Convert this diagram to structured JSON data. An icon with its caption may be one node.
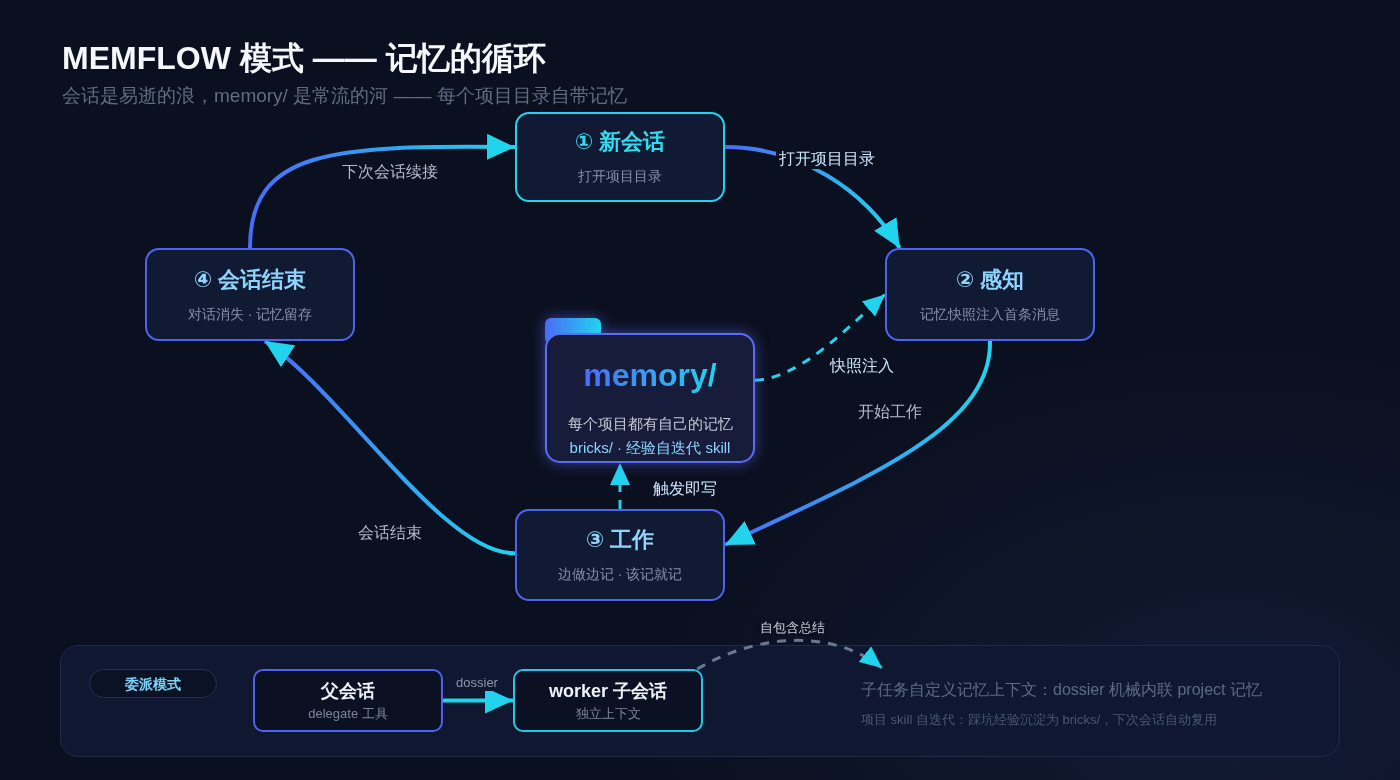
{
  "diagram": {
    "title": "MEMFLOW 模式 —— 记忆的循环",
    "nodes": [
      {
        "text": [
          "① 新会话",
          "打开项目目录"
        ]
      },
      {
        "text": [
          "④ 会话结束",
          "对话消失 · 记忆留存"
        ]
      },
      {
        "text": [
          "② 感知",
          "记忆快照注入首条消息"
        ]
      },
      {
        "text": [
          "memory/",
          "每个项目都有自己的记忆",
          "bricks/ · 经验自迭代 skill"
        ]
      },
      {
        "text": [
          "③ 工作",
          "边做边记 · 该记就记"
        ]
      },
      {
        "text": [
          "子任务自定义记忆上下文：dossier 机械内联 project 记忆",
          "项目 skill 自迭代：踩坑经验沉淀为 bricks/，下次会话自动复用"
        ]
      },
      {
        "text": [
          "委派模式"
        ],
        "in": 5
      },
      {
        "text": [
          "父会话",
          "delegate 工具"
        ],
        "in": 5
      },
      {
        "text": [
          "worker 子会话",
          "独立上下文"
        ],
        "in": 5
      }
    ],
    "edges": [
      {
        "from": 0,
        "to": 2,
        "arrow": "to",
        "label": "打开项目目录"
      },
      {
        "from": 2,
        "to": 4,
        "arrow": "to",
        "label": "开始工作"
      },
      {
        "from": 4,
        "to": 1,
        "arrow": "to",
        "label": "会话结束"
      },
      {
        "from": 1,
        "to": 0,
        "arrow": "to",
        "label": "下次会话续接"
      },
      {
        "from": 3,
        "to": 2,
        "arrow": "to",
        "label": "快照注入",
        "style": "dashed",
        "color": "#22d3ee"
      },
      {
        "from": 4,
        "to": 3,
        "arrow": "to",
        "label": "触发即写",
        "style": "dashed",
        "color": "#22d3ee"
      },
      {
        "from": 7,
        "to": 8,
        "arrow": "to",
        "label": "dossier",
        "color": "#22d3ee"
      },
      {
        "from": 8,
        "to": null,
        "arrow": "to",
        "label": "自包含总结",
        "style": "dashed",
        "color": "#6b7891"
      }
    ],
    "labels": [
      "会话是易逝的浪，memory/ 是常流的河 —— 每个项目目录自带记忆"
    ]
  }
}
